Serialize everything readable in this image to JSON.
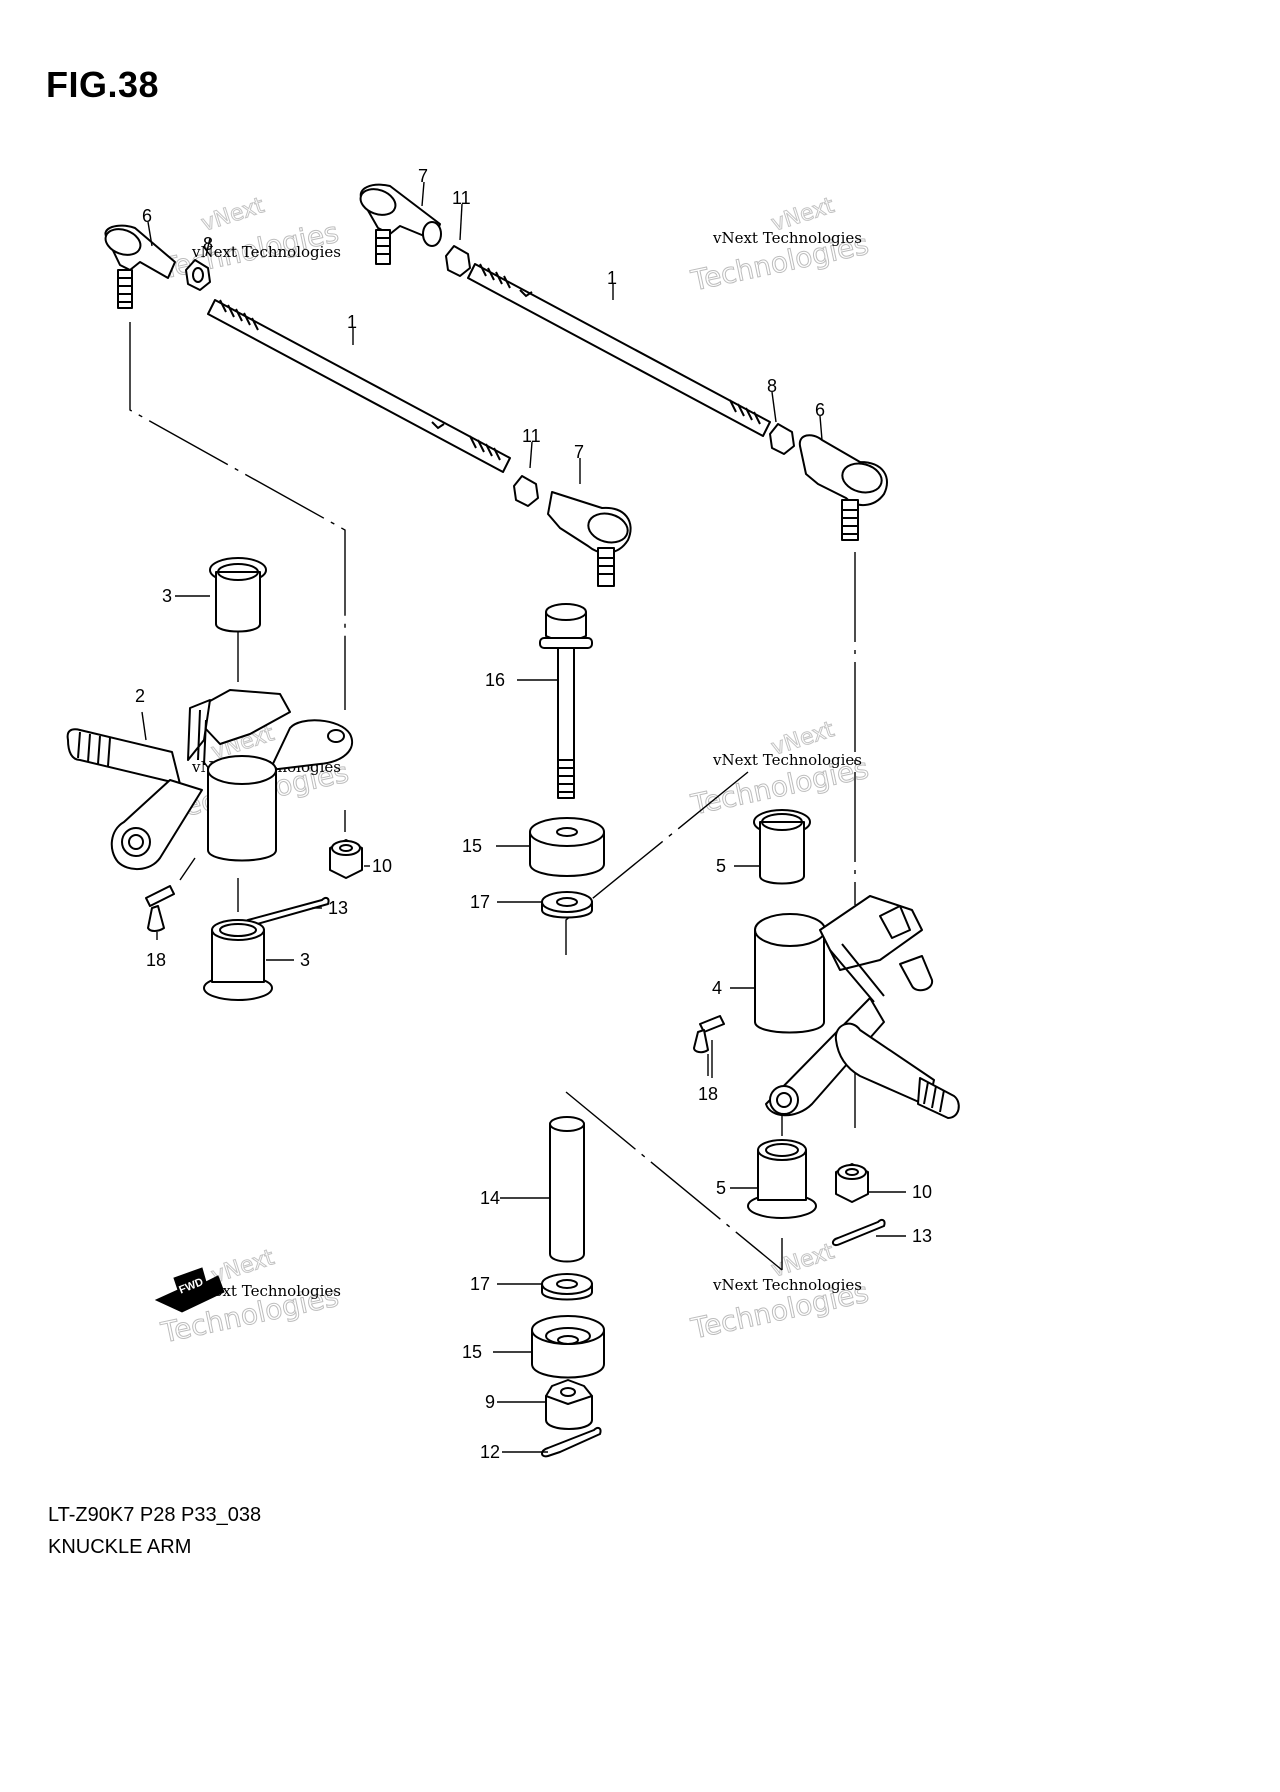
{
  "figure": {
    "title": "FIG.38",
    "model_code": "LT-Z90K7  P28  P33_038",
    "name": "KNUCKLE ARM"
  },
  "watermark": {
    "line_small": "vNext Technologies",
    "line_arc_top": "vNext",
    "line_arc_bottom": "Technologies"
  },
  "fwd_label": "FWD",
  "callouts": [
    {
      "id": "c1a",
      "label": "1"
    },
    {
      "id": "c1b",
      "label": "1"
    },
    {
      "id": "c2",
      "label": "2"
    },
    {
      "id": "c3a",
      "label": "3"
    },
    {
      "id": "c3b",
      "label": "3"
    },
    {
      "id": "c4",
      "label": "4"
    },
    {
      "id": "c5a",
      "label": "5"
    },
    {
      "id": "c5b",
      "label": "5"
    },
    {
      "id": "c6a",
      "label": "6"
    },
    {
      "id": "c6b",
      "label": "6"
    },
    {
      "id": "c7a",
      "label": "7"
    },
    {
      "id": "c7b",
      "label": "7"
    },
    {
      "id": "c8a",
      "label": "8"
    },
    {
      "id": "c8b",
      "label": "8"
    },
    {
      "id": "c9",
      "label": "9"
    },
    {
      "id": "c10a",
      "label": "10"
    },
    {
      "id": "c10b",
      "label": "10"
    },
    {
      "id": "c11a",
      "label": "11"
    },
    {
      "id": "c11b",
      "label": "11"
    },
    {
      "id": "c12",
      "label": "12"
    },
    {
      "id": "c13a",
      "label": "13"
    },
    {
      "id": "c13b",
      "label": "13"
    },
    {
      "id": "c14",
      "label": "14"
    },
    {
      "id": "c15a",
      "label": "15"
    },
    {
      "id": "c15b",
      "label": "15"
    },
    {
      "id": "c16",
      "label": "16"
    },
    {
      "id": "c17a",
      "label": "17"
    },
    {
      "id": "c17b",
      "label": "17"
    },
    {
      "id": "c18a",
      "label": "18"
    },
    {
      "id": "c18b",
      "label": "18"
    }
  ]
}
